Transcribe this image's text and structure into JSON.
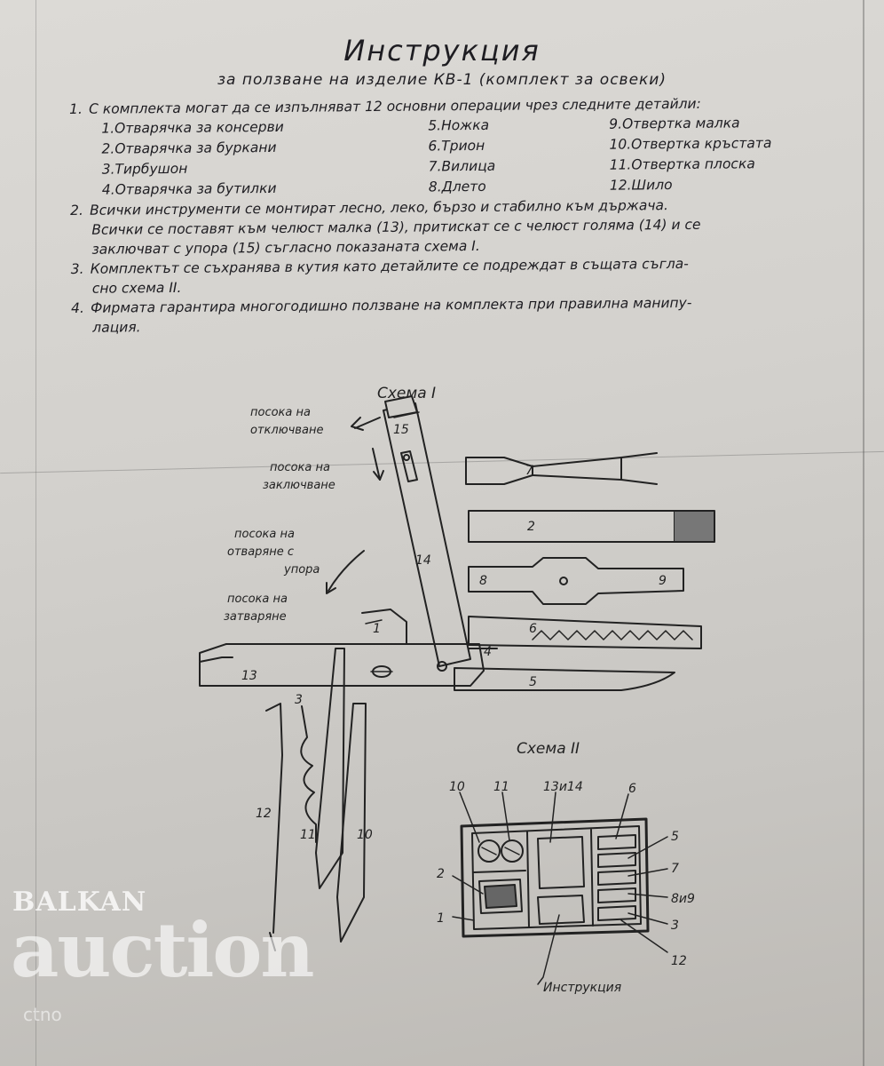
{
  "header": {
    "title": "Инструкция",
    "subtitle": "за ползване на изделие КВ-1 (комплект за освеки)"
  },
  "items": {
    "p1_num": "1.",
    "p1_text": "С комплекта могат да се изпълняват 12 основни операции чрез следните детайли:",
    "parts": [
      "1.Отварячка за консерви",
      "2.Отварячка за буркани",
      "3.Тирбушон",
      "4.Отварячка за бутилки",
      "5.Ножка",
      "6.Трион",
      "7.Вилица",
      "8.Длето",
      "9.Отвертка малка",
      "10.Отвертка кръстата",
      "11.Отвертка плоска",
      "12.Шило"
    ],
    "p2_num": "2.",
    "p2_line1": "Всички инструменти се монтират лесно, леко, бързо и стабилно към държача.",
    "p2_line2": "Всички се поставят към челюст малка (13), притискат се с челюст голяма (14) и се",
    "p2_line3": "заключват с упора (15) съгласно показаната схема I.",
    "p3_num": "3.",
    "p3_line1": "Комплектът се съхранява в кутия като детайлите се подреждат в същата съгла-",
    "p3_line2": "сно схема II.",
    "p4_num": "4.",
    "p4_line1": "Фирмата гарантира многогодишно ползване на комплекта при правилна манипу-",
    "p4_line2": "лация."
  },
  "scheme1": {
    "title": "Схема I",
    "labels": {
      "unlock": [
        "посока на",
        "отключване"
      ],
      "lock": [
        "посока на",
        "заключване"
      ],
      "open": [
        "посока на",
        "отваряне с",
        "упора"
      ],
      "close": [
        "посока на",
        "затваряне"
      ]
    },
    "numbers": [
      "15",
      "14",
      "13",
      "1",
      "4",
      "3",
      "7",
      "2",
      "8",
      "9",
      "6",
      "5",
      "12",
      "11",
      "10"
    ]
  },
  "scheme2": {
    "title": "Схема II",
    "numbers": [
      "10",
      "11",
      "13и14",
      "6",
      "5",
      "7",
      "8и9",
      "3",
      "12",
      "2",
      "1"
    ],
    "caption": "Инструкция"
  },
  "watermark": {
    "line1": "BALKAN",
    "line2": "auction",
    "line3": "ctno"
  }
}
